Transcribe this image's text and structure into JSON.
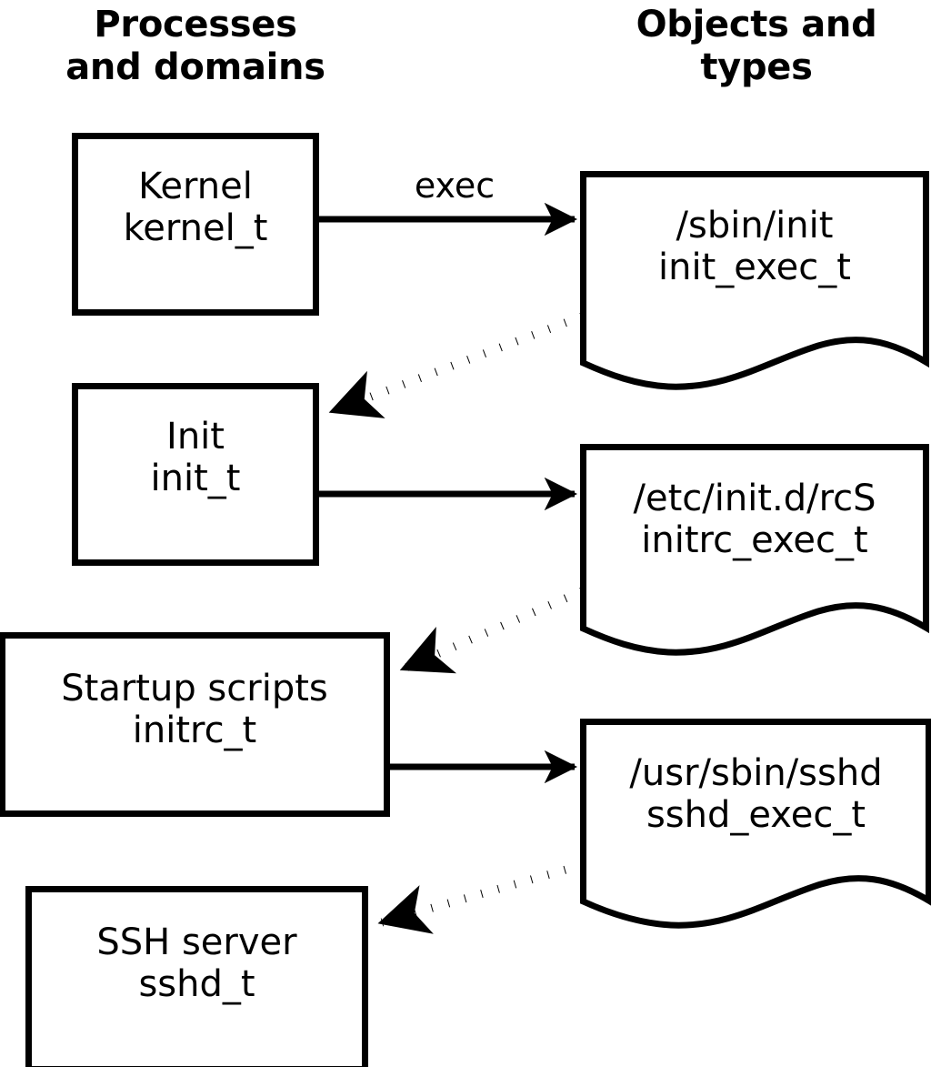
{
  "diagram": {
    "title_hidden": "SELinux domain transition chain for system startup",
    "columns": [
      {
        "id": "processes",
        "title": "Processes\nand domains"
      },
      {
        "id": "objects",
        "title": "Objects and\ntypes"
      }
    ],
    "stroke_color": "#000000",
    "fill_color": "#ffffff",
    "process_nodes": [
      {
        "id": "kernel",
        "name": "Kernel",
        "type": "kernel_t",
        "label": "Kernel\nkernel_t",
        "font_size": 40
      },
      {
        "id": "init",
        "name": "Init",
        "type": "init_t",
        "label": "Init\ninit_t",
        "font_size": 40
      },
      {
        "id": "initrc",
        "name": "Startup scripts",
        "type": "initrc_t",
        "label": "Startup scripts\ninitrc_t",
        "font_size": 40
      },
      {
        "id": "sshd",
        "name": "SSH server",
        "type": "sshd_t",
        "label": "SSH server\nsshd_t",
        "font_size": 40
      }
    ],
    "object_nodes": [
      {
        "id": "init_exec",
        "path": "/sbin/init",
        "type": "init_exec_t",
        "label": "/sbin/init\ninit_exec_t",
        "font_size": 40
      },
      {
        "id": "initrc_exec",
        "path": "/etc/init.d/rcS",
        "type": "initrc_exec_t",
        "label": "/etc/init.d/rcS\ninitrc_exec_t",
        "font_size": 40
      },
      {
        "id": "sshd_exec",
        "path": "/usr/sbin/sshd",
        "type": "sshd_exec_t",
        "label": "/usr/sbin/sshd\nsshd_exec_t",
        "font_size": 40
      }
    ],
    "edges": [
      {
        "id": "e1",
        "from": "kernel",
        "to": "init_exec",
        "style": "solid",
        "label": "exec"
      },
      {
        "id": "e2",
        "from": "init_exec",
        "to": "init",
        "style": "dotted",
        "label": ""
      },
      {
        "id": "e3",
        "from": "init",
        "to": "initrc_exec",
        "style": "solid",
        "label": ""
      },
      {
        "id": "e4",
        "from": "initrc_exec",
        "to": "initrc",
        "style": "dotted",
        "label": ""
      },
      {
        "id": "e5",
        "from": "initrc",
        "to": "sshd_exec",
        "style": "solid",
        "label": ""
      },
      {
        "id": "e6",
        "from": "sshd_exec",
        "to": "sshd",
        "style": "dotted",
        "label": ""
      }
    ]
  }
}
